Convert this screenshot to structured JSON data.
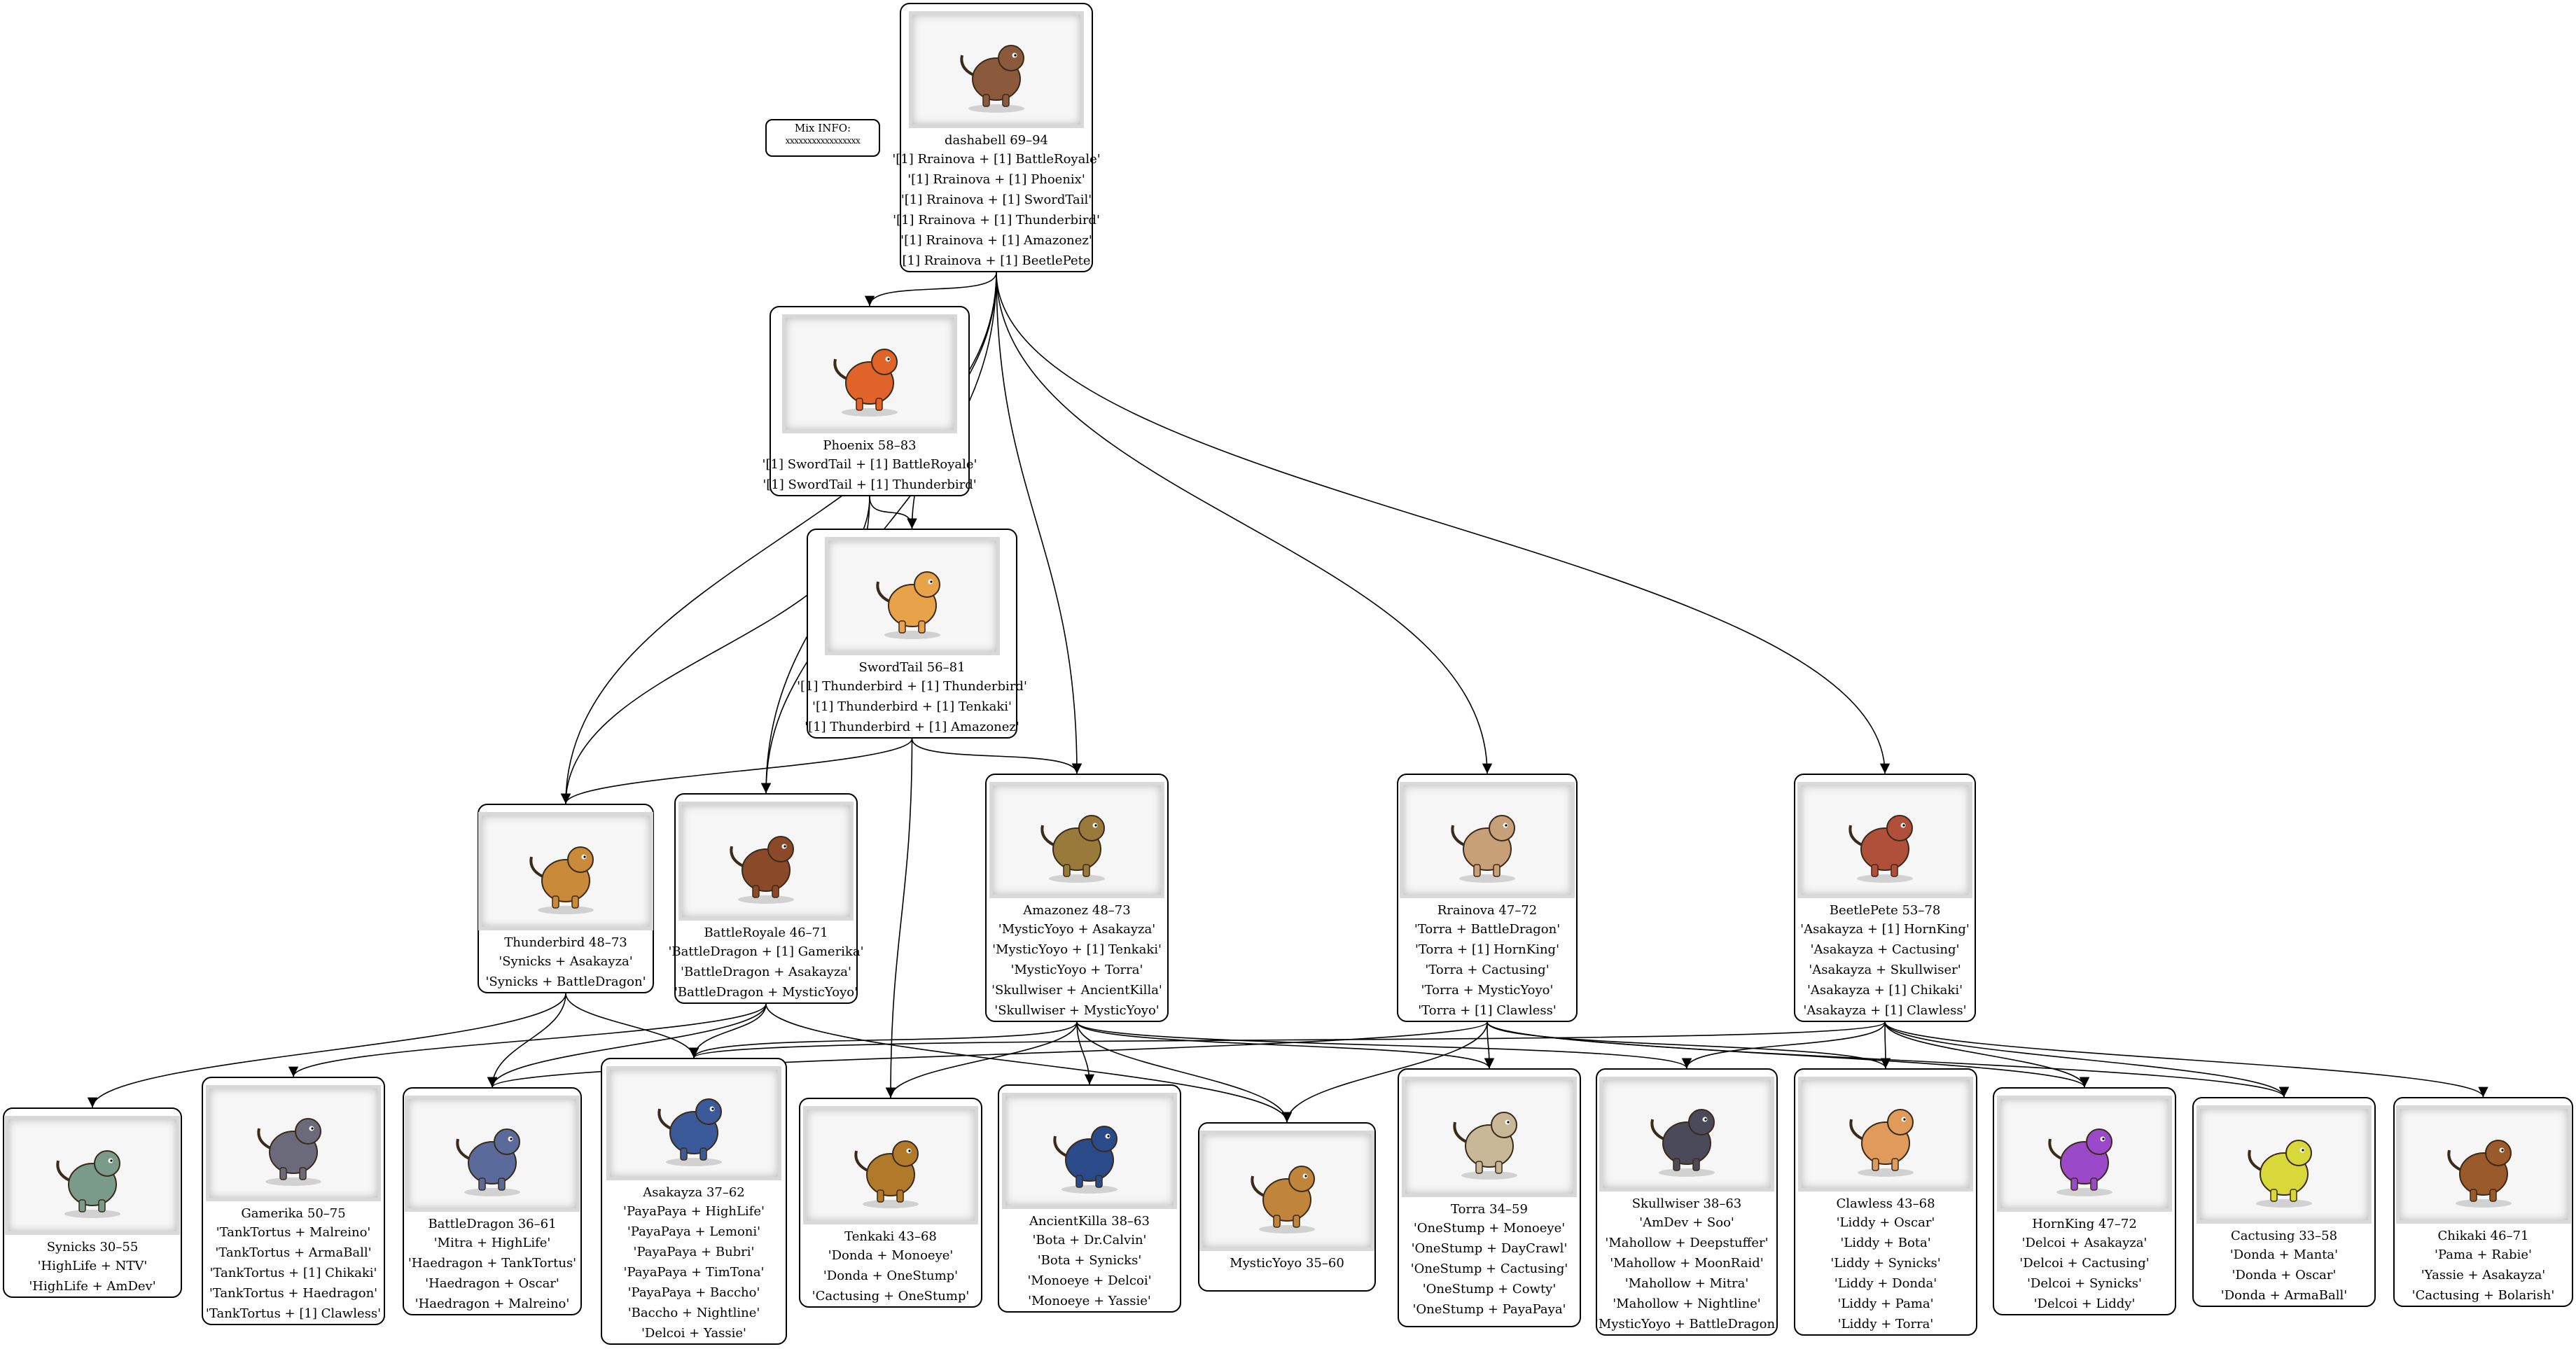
{
  "info_box": {
    "label": "Mix INFO:",
    "value": "xxxxxxxxxxxxxxxxx"
  },
  "nodes": [
    {
      "id": "dashabell",
      "color": "#8b5a3c",
      "title": "dashabell 69–94",
      "combos": [
        "'[1] Rrainova + [1] BattleRoyale'",
        "'[1] Rrainova + [1] Phoenix'",
        "'[1] Rrainova + [1] SwordTail'",
        "'[1] Rrainova + [1] Thunderbird'",
        "'[1] Rrainova + [1] Amazonez'",
        "'[1] Rrainova + [1] BeetlePete'"
      ]
    },
    {
      "id": "phoenix",
      "color": "#e0642a",
      "title": "Phoenix 58–83",
      "combos": [
        "'[1] SwordTail + [1] BattleRoyale'",
        "'[1] SwordTail + [1] Thunderbird'"
      ]
    },
    {
      "id": "swordtail",
      "color": "#e8a24a",
      "title": "SwordTail 56–81",
      "combos": [
        "'[1] Thunderbird + [1] Thunderbird'",
        "'[1] Thunderbird + [1] Tenkaki'",
        "'[1] Thunderbird + [1] Amazonez'"
      ]
    },
    {
      "id": "thunderbird",
      "color": "#c98a3a",
      "title": "Thunderbird 48–73",
      "combos": [
        "'Synicks + Asakayza'",
        "'Synicks + BattleDragon'"
      ]
    },
    {
      "id": "battleroyale",
      "color": "#8a4a2a",
      "title": "BattleRoyale 46–71",
      "combos": [
        "'BattleDragon + [1] Gamerika'",
        "'BattleDragon + Asakayza'",
        "'BattleDragon + MysticYoyo'"
      ]
    },
    {
      "id": "amazonez",
      "color": "#9a7a3a",
      "title": "Amazonez 48–73",
      "combos": [
        "'MysticYoyo + Asakayza'",
        "'MysticYoyo + [1] Tenkaki'",
        "'MysticYoyo + Torra'",
        "'Skullwiser + AncientKilla'",
        "'Skullwiser + MysticYoyo'"
      ]
    },
    {
      "id": "rrainova",
      "color": "#c8a078",
      "title": "Rrainova 47–72",
      "combos": [
        "'Torra + BattleDragon'",
        "'Torra + [1] HornKing'",
        "'Torra + Cactusing'",
        "'Torra + MysticYoyo'",
        "'Torra + [1] Clawless'"
      ]
    },
    {
      "id": "beetlepete",
      "color": "#b0503a",
      "title": "BeetlePete 53–78",
      "combos": [
        "'Asakayza + [1] HornKing'",
        "'Asakayza + Cactusing'",
        "'Asakayza + Skullwiser'",
        "'Asakayza + [1] Chikaki'",
        "'Asakayza + [1] Clawless'"
      ]
    },
    {
      "id": "synicks",
      "color": "#7a9a8a",
      "title": "Synicks 30–55",
      "combos": [
        "'HighLife + NTV'",
        "'HighLife + AmDev'"
      ]
    },
    {
      "id": "gamerika",
      "color": "#6a6a7a",
      "title": "Gamerika 50–75",
      "combos": [
        "'TankTortus + Malreino'",
        "'TankTortus + ArmaBall'",
        "'TankTortus + [1] Chikaki'",
        "'TankTortus + Haedragon'",
        "'TankTortus + [1] Clawless'"
      ]
    },
    {
      "id": "battledragon",
      "color": "#5a6a9a",
      "title": "BattleDragon 36–61",
      "combos": [
        "'Mitra + HighLife'",
        "'Haedragon + TankTortus'",
        "'Haedragon + Oscar'",
        "'Haedragon + Malreino'"
      ]
    },
    {
      "id": "asakayza",
      "color": "#3a5a9a",
      "title": "Asakayza 37–62",
      "combos": [
        "'PayaPaya + HighLife'",
        "'PayaPaya + Lemoni'",
        "'PayaPaya + Bubri'",
        "'PayaPaya + TimTona'",
        "'PayaPaya + Baccho'",
        "'Baccho + Nightline'",
        "'Delcoi + Yassie'"
      ]
    },
    {
      "id": "tenkaki",
      "color": "#b07a2a",
      "title": "Tenkaki 43–68",
      "combos": [
        "'Donda + Monoeye'",
        "'Donda + OneStump'",
        "'Cactusing + OneStump'"
      ]
    },
    {
      "id": "ancientkilla",
      "color": "#2a4a8a",
      "title": "AncientKilla 38–63",
      "combos": [
        "'Bota + Dr.Calvin'",
        "'Bota + Synicks'",
        "'Monoeye + Delcoi'",
        "'Monoeye + Yassie'"
      ]
    },
    {
      "id": "mysticyoyo",
      "color": "#c0843a",
      "title": "MysticYoyo 35–60",
      "combos": []
    },
    {
      "id": "torra",
      "color": "#c8b898",
      "title": "Torra 34–59",
      "combos": [
        "'OneStump + Monoeye'",
        "'OneStump + DayCrawl'",
        "'OneStump + Cactusing'",
        "'OneStump + Cowty'",
        "'OneStump + PayaPaya'"
      ]
    },
    {
      "id": "skullwiser",
      "color": "#4a4a5a",
      "title": "Skullwiser 38–63",
      "combos": [
        "'AmDev + Soo'",
        "'Mahollow + Deepstuffer'",
        "'Mahollow + MoonRaid'",
        "'Mahollow + Mitra'",
        "'Mahollow + Nightline'",
        "'MysticYoyo + BattleDragon'"
      ]
    },
    {
      "id": "clawless",
      "color": "#e09a5a",
      "title": "Clawless 43–68",
      "combos": [
        "'Liddy + Oscar'",
        "'Liddy + Bota'",
        "'Liddy + Synicks'",
        "'Liddy + Donda'",
        "'Liddy + Pama'",
        "'Liddy + Torra'"
      ]
    },
    {
      "id": "hornking",
      "color": "#9a4ac8",
      "title": "HornKing 47–72",
      "combos": [
        "'Delcoi + Asakayza'",
        "'Delcoi + Cactusing'",
        "'Delcoi + Synicks'",
        "'Delcoi + Liddy'"
      ]
    },
    {
      "id": "cactusing",
      "color": "#d8d83a",
      "title": "Cactusing 33–58",
      "combos": [
        "'Donda + Manta'",
        "'Donda + Oscar'",
        "'Donda + ArmaBall'"
      ]
    },
    {
      "id": "chikaki",
      "color": "#9a5a2a",
      "title": "Chikaki 46–71",
      "combos": [
        "'Pama + Rabie'",
        "'Yassie + Asakayza'",
        "'Cactusing + Bolarish'"
      ]
    }
  ],
  "edges": [
    [
      "dashabell",
      "phoenix"
    ],
    [
      "dashabell",
      "thunderbird"
    ],
    [
      "dashabell",
      "battleroyale"
    ],
    [
      "dashabell",
      "swordtail"
    ],
    [
      "dashabell",
      "amazonez"
    ],
    [
      "dashabell",
      "rrainova"
    ],
    [
      "dashabell",
      "beetlepete"
    ],
    [
      "phoenix",
      "swordtail"
    ],
    [
      "phoenix",
      "thunderbird"
    ],
    [
      "phoenix",
      "battleroyale"
    ],
    [
      "swordtail",
      "thunderbird"
    ],
    [
      "swordtail",
      "tenkaki"
    ],
    [
      "swordtail",
      "amazonez"
    ],
    [
      "thunderbird",
      "synicks"
    ],
    [
      "thunderbird",
      "battledragon"
    ],
    [
      "thunderbird",
      "asakayza"
    ],
    [
      "battleroyale",
      "battledragon"
    ],
    [
      "battleroyale",
      "gamerika"
    ],
    [
      "battleroyale",
      "asakayza"
    ],
    [
      "battleroyale",
      "mysticyoyo"
    ],
    [
      "amazonez",
      "mysticyoyo"
    ],
    [
      "amazonez",
      "asakayza"
    ],
    [
      "amazonez",
      "tenkaki"
    ],
    [
      "amazonez",
      "torra"
    ],
    [
      "amazonez",
      "skullwiser"
    ],
    [
      "amazonez",
      "ancientkilla"
    ],
    [
      "rrainova",
      "torra"
    ],
    [
      "rrainova",
      "battledragon"
    ],
    [
      "rrainova",
      "hornking"
    ],
    [
      "rrainova",
      "cactusing"
    ],
    [
      "rrainova",
      "mysticyoyo"
    ],
    [
      "rrainova",
      "clawless"
    ],
    [
      "beetlepete",
      "asakayza"
    ],
    [
      "beetlepete",
      "hornking"
    ],
    [
      "beetlepete",
      "cactusing"
    ],
    [
      "beetlepete",
      "skullwiser"
    ],
    [
      "beetlepete",
      "chikaki"
    ],
    [
      "beetlepete",
      "clawless"
    ]
  ]
}
